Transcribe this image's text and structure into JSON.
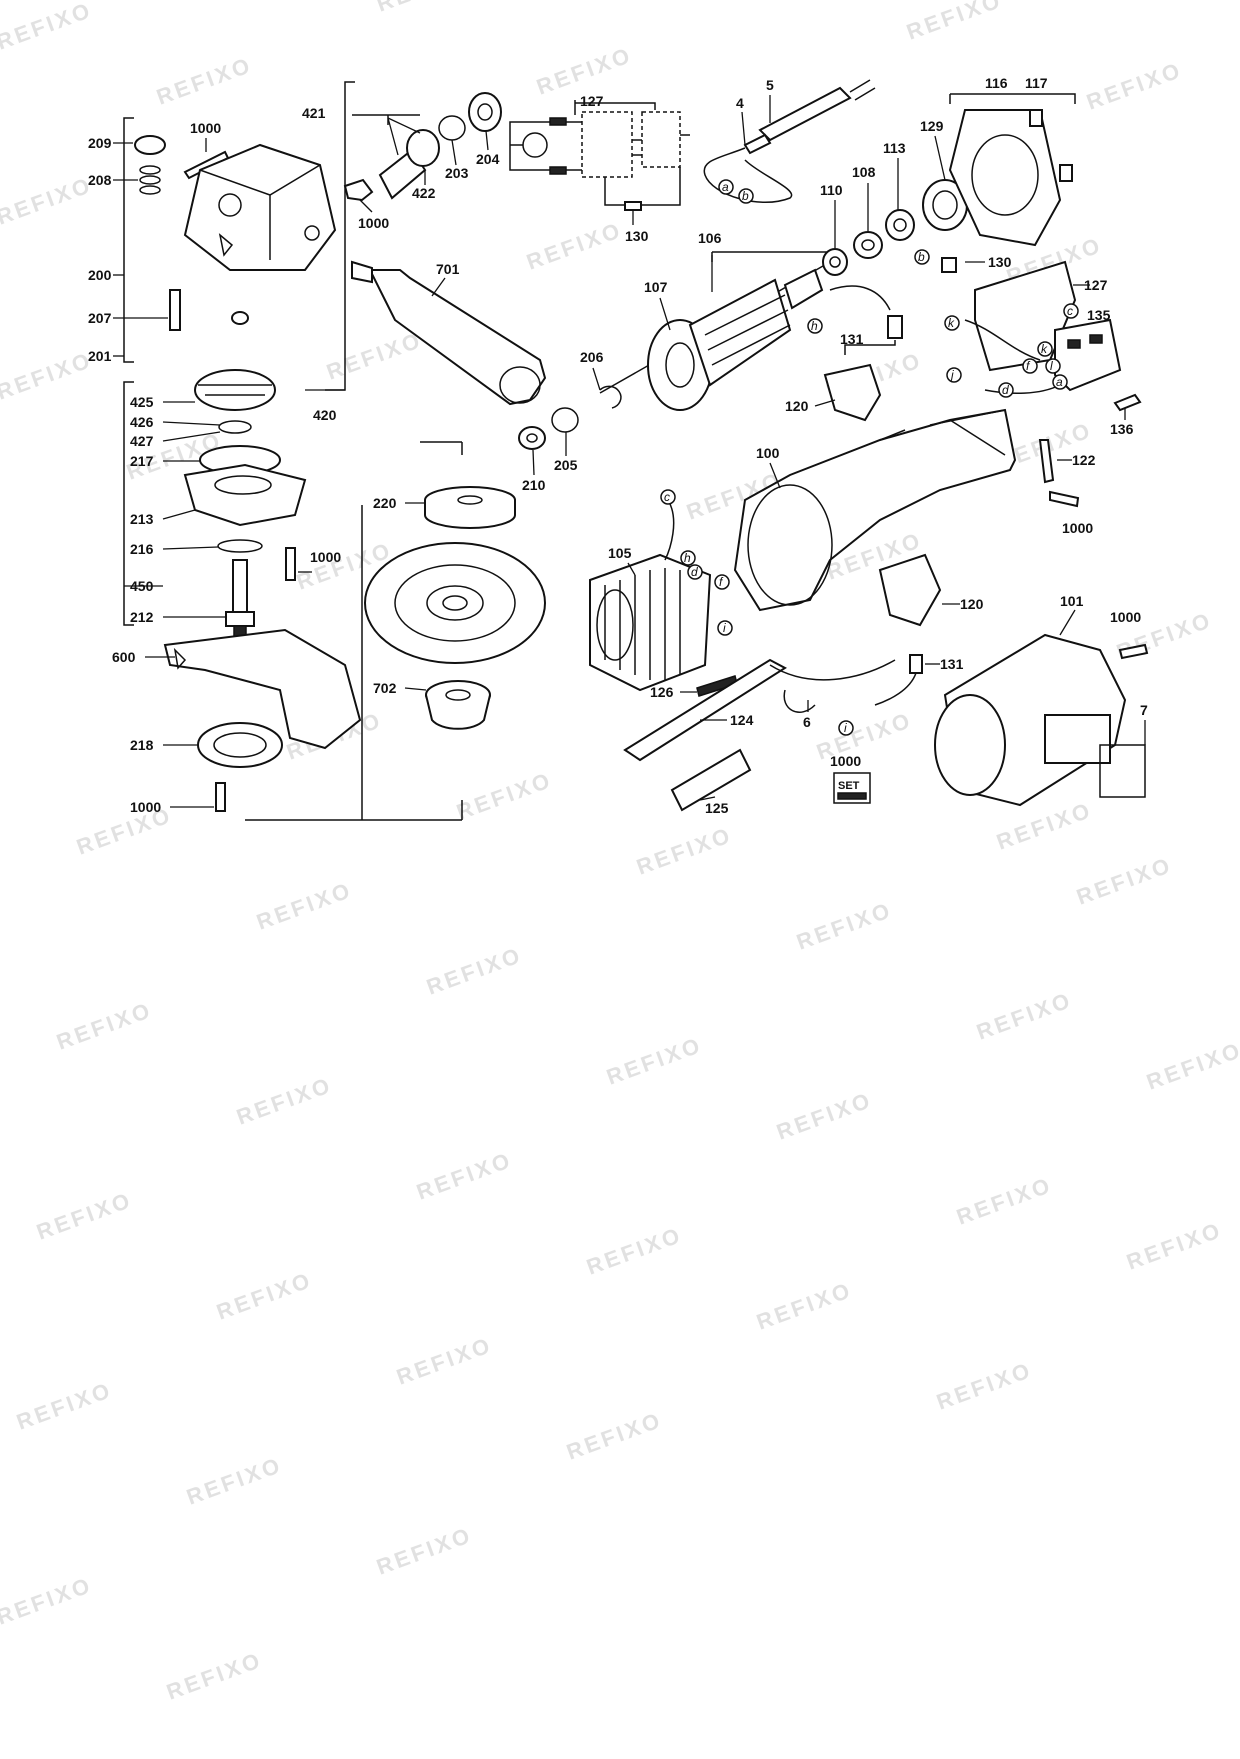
{
  "watermark_text": "REFIXO",
  "part_labels": {
    "p1000": "1000",
    "p209": "209",
    "p208": "208",
    "p200": "200",
    "p207": "207",
    "p201": "201",
    "p421": "421",
    "p422": "422",
    "p203": "203",
    "p204": "204",
    "p701": "701",
    "p425": "425",
    "p426": "426",
    "p427": "427",
    "p420": "420",
    "p217": "217",
    "p213": "213",
    "p216": "216",
    "p450": "450",
    "p212": "212",
    "p600": "600",
    "p218": "218",
    "p220": "220",
    "p702": "702",
    "p210": "210",
    "p205": "205",
    "p206": "206",
    "p127": "127",
    "p130": "130",
    "p4": "4",
    "p5": "5",
    "p106": "106",
    "p107": "107",
    "p110": "110",
    "p108": "108",
    "p113": "113",
    "p129": "129",
    "p116": "116",
    "p117": "117",
    "p135": "135",
    "p136": "136",
    "p131": "131",
    "p120": "120",
    "p100": "100",
    "p122": "122",
    "p105": "105",
    "p126": "126",
    "p124": "124",
    "p125": "125",
    "p6": "6",
    "p101": "101",
    "p7": "7"
  },
  "connector_letters": {
    "a": "a",
    "b": "b",
    "c": "c",
    "d": "d",
    "f": "f",
    "h": "h",
    "i": "i",
    "j": "j",
    "k": "k",
    "l": "l"
  },
  "set_badge": "SET"
}
